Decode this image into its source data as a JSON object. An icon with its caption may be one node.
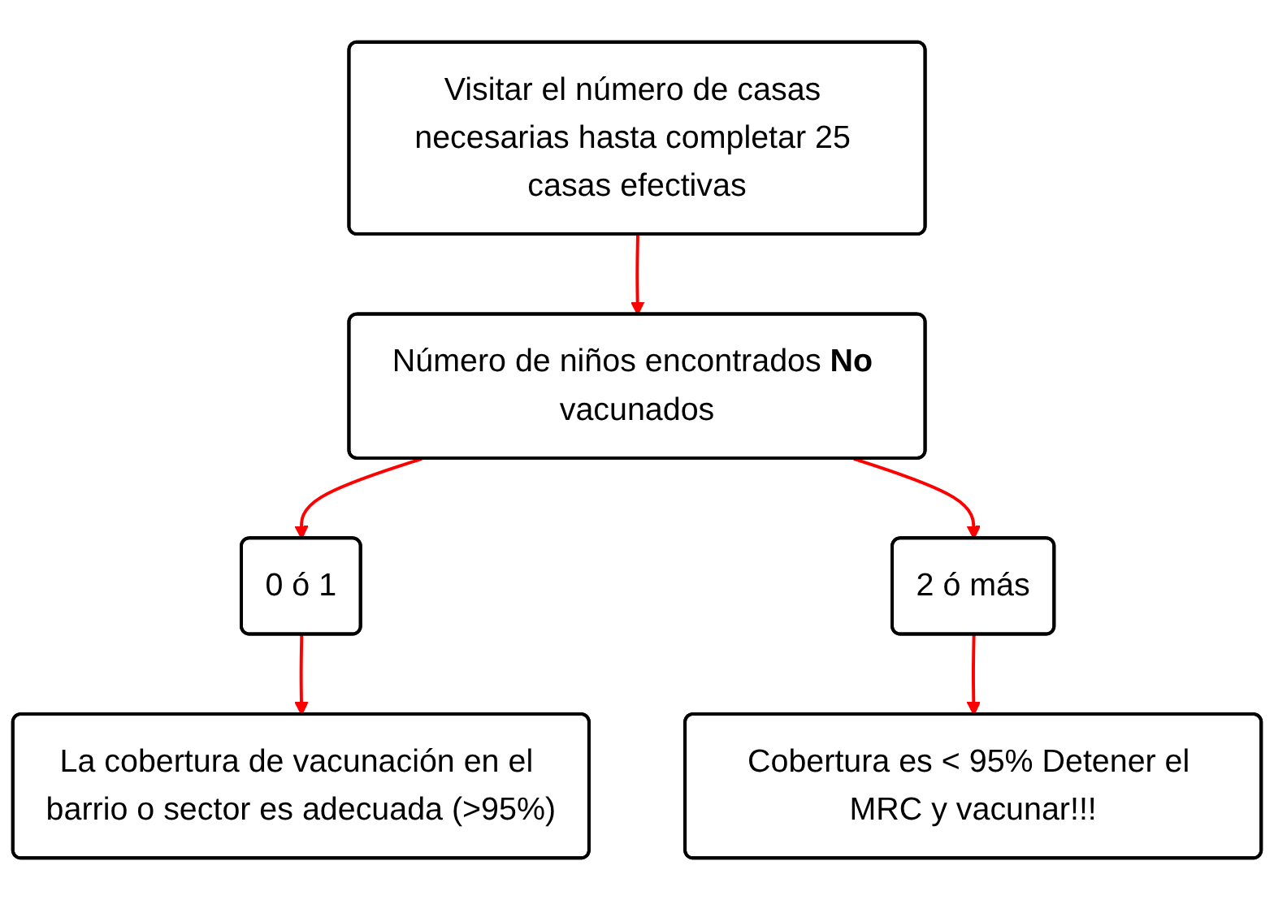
{
  "diagram": {
    "nodes": [
      {
        "text": [
          "Visitar el número de casas necesarias hasta completar 25 casas efectivas"
        ]
      },
      {
        "text": [
          "Número de niños encontrados **No** vacunados"
        ]
      },
      {
        "text": [
          "0 ó 1"
        ]
      },
      {
        "text": [
          "2 ó más"
        ]
      },
      {
        "text": [
          "La cobertura de vacunación en el barrio o sector es adecuada (>95%)"
        ]
      },
      {
        "text": [
          "Cobertura es < 95% Detener el MRC y vacunar!!!"
        ]
      }
    ],
    "edges": [
      {
        "from": 0,
        "to": 1,
        "arrow": "to",
        "color": "#ff0000"
      },
      {
        "from": 1,
        "to": 2,
        "arrow": "to",
        "color": "#ff0000"
      },
      {
        "from": 1,
        "to": 3,
        "arrow": "to",
        "color": "#ff0000"
      },
      {
        "from": 2,
        "to": 4,
        "arrow": "to",
        "color": "#ff0000"
      },
      {
        "from": 3,
        "to": 5,
        "arrow": "to",
        "color": "#ff0000"
      }
    ]
  }
}
